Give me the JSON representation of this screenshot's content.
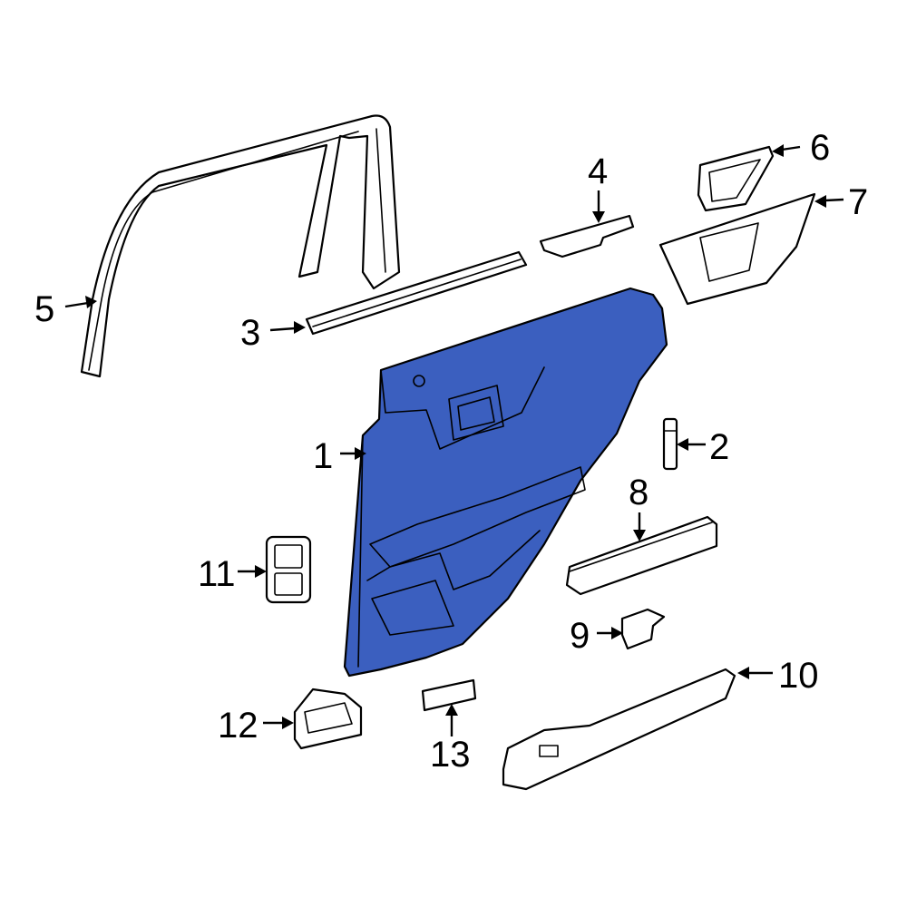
{
  "colors": {
    "highlight": "#3b5fbf",
    "stroke": "#000000",
    "background": "#ffffff"
  },
  "callouts": {
    "c1": "1",
    "c2": "2",
    "c3": "3",
    "c4": "4",
    "c5": "5",
    "c6": "6",
    "c7": "7",
    "c8": "8",
    "c9": "9",
    "c10": "10",
    "c11": "11",
    "c12": "12",
    "c13": "13"
  }
}
